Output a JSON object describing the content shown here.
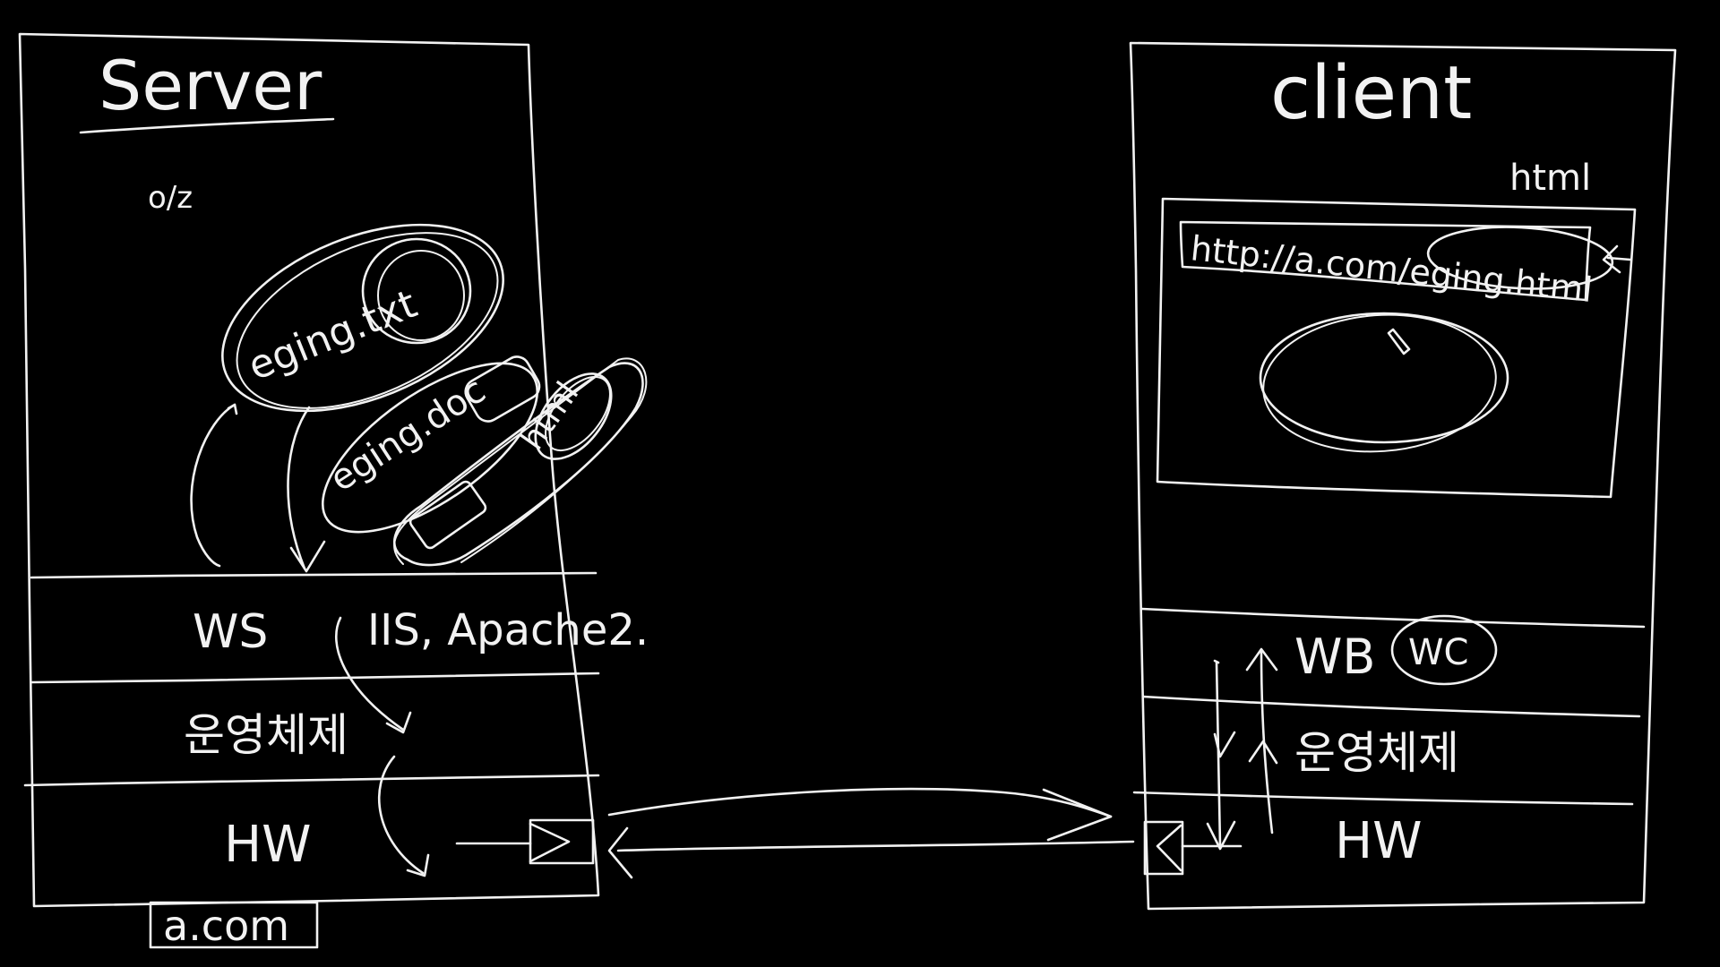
{
  "server": {
    "title": "Server",
    "mark": "o/z",
    "file_txt": "eging.txt",
    "file_doc": "eging.doc",
    "file_html": "html",
    "layer_ws": "WS",
    "layer_ws_note": "IIS, Apache2.",
    "layer_os": "운영체제",
    "layer_hw": "HW",
    "domain": "a.com"
  },
  "client": {
    "title": "client",
    "html_note": "html",
    "url": "http://a.com/eging.html",
    "layer_wb": "WB",
    "layer_wc": "WC",
    "layer_os": "운영체제",
    "layer_hw": "HW"
  },
  "colors": {
    "background": "#000000",
    "chalk": "#f2f2f2"
  }
}
